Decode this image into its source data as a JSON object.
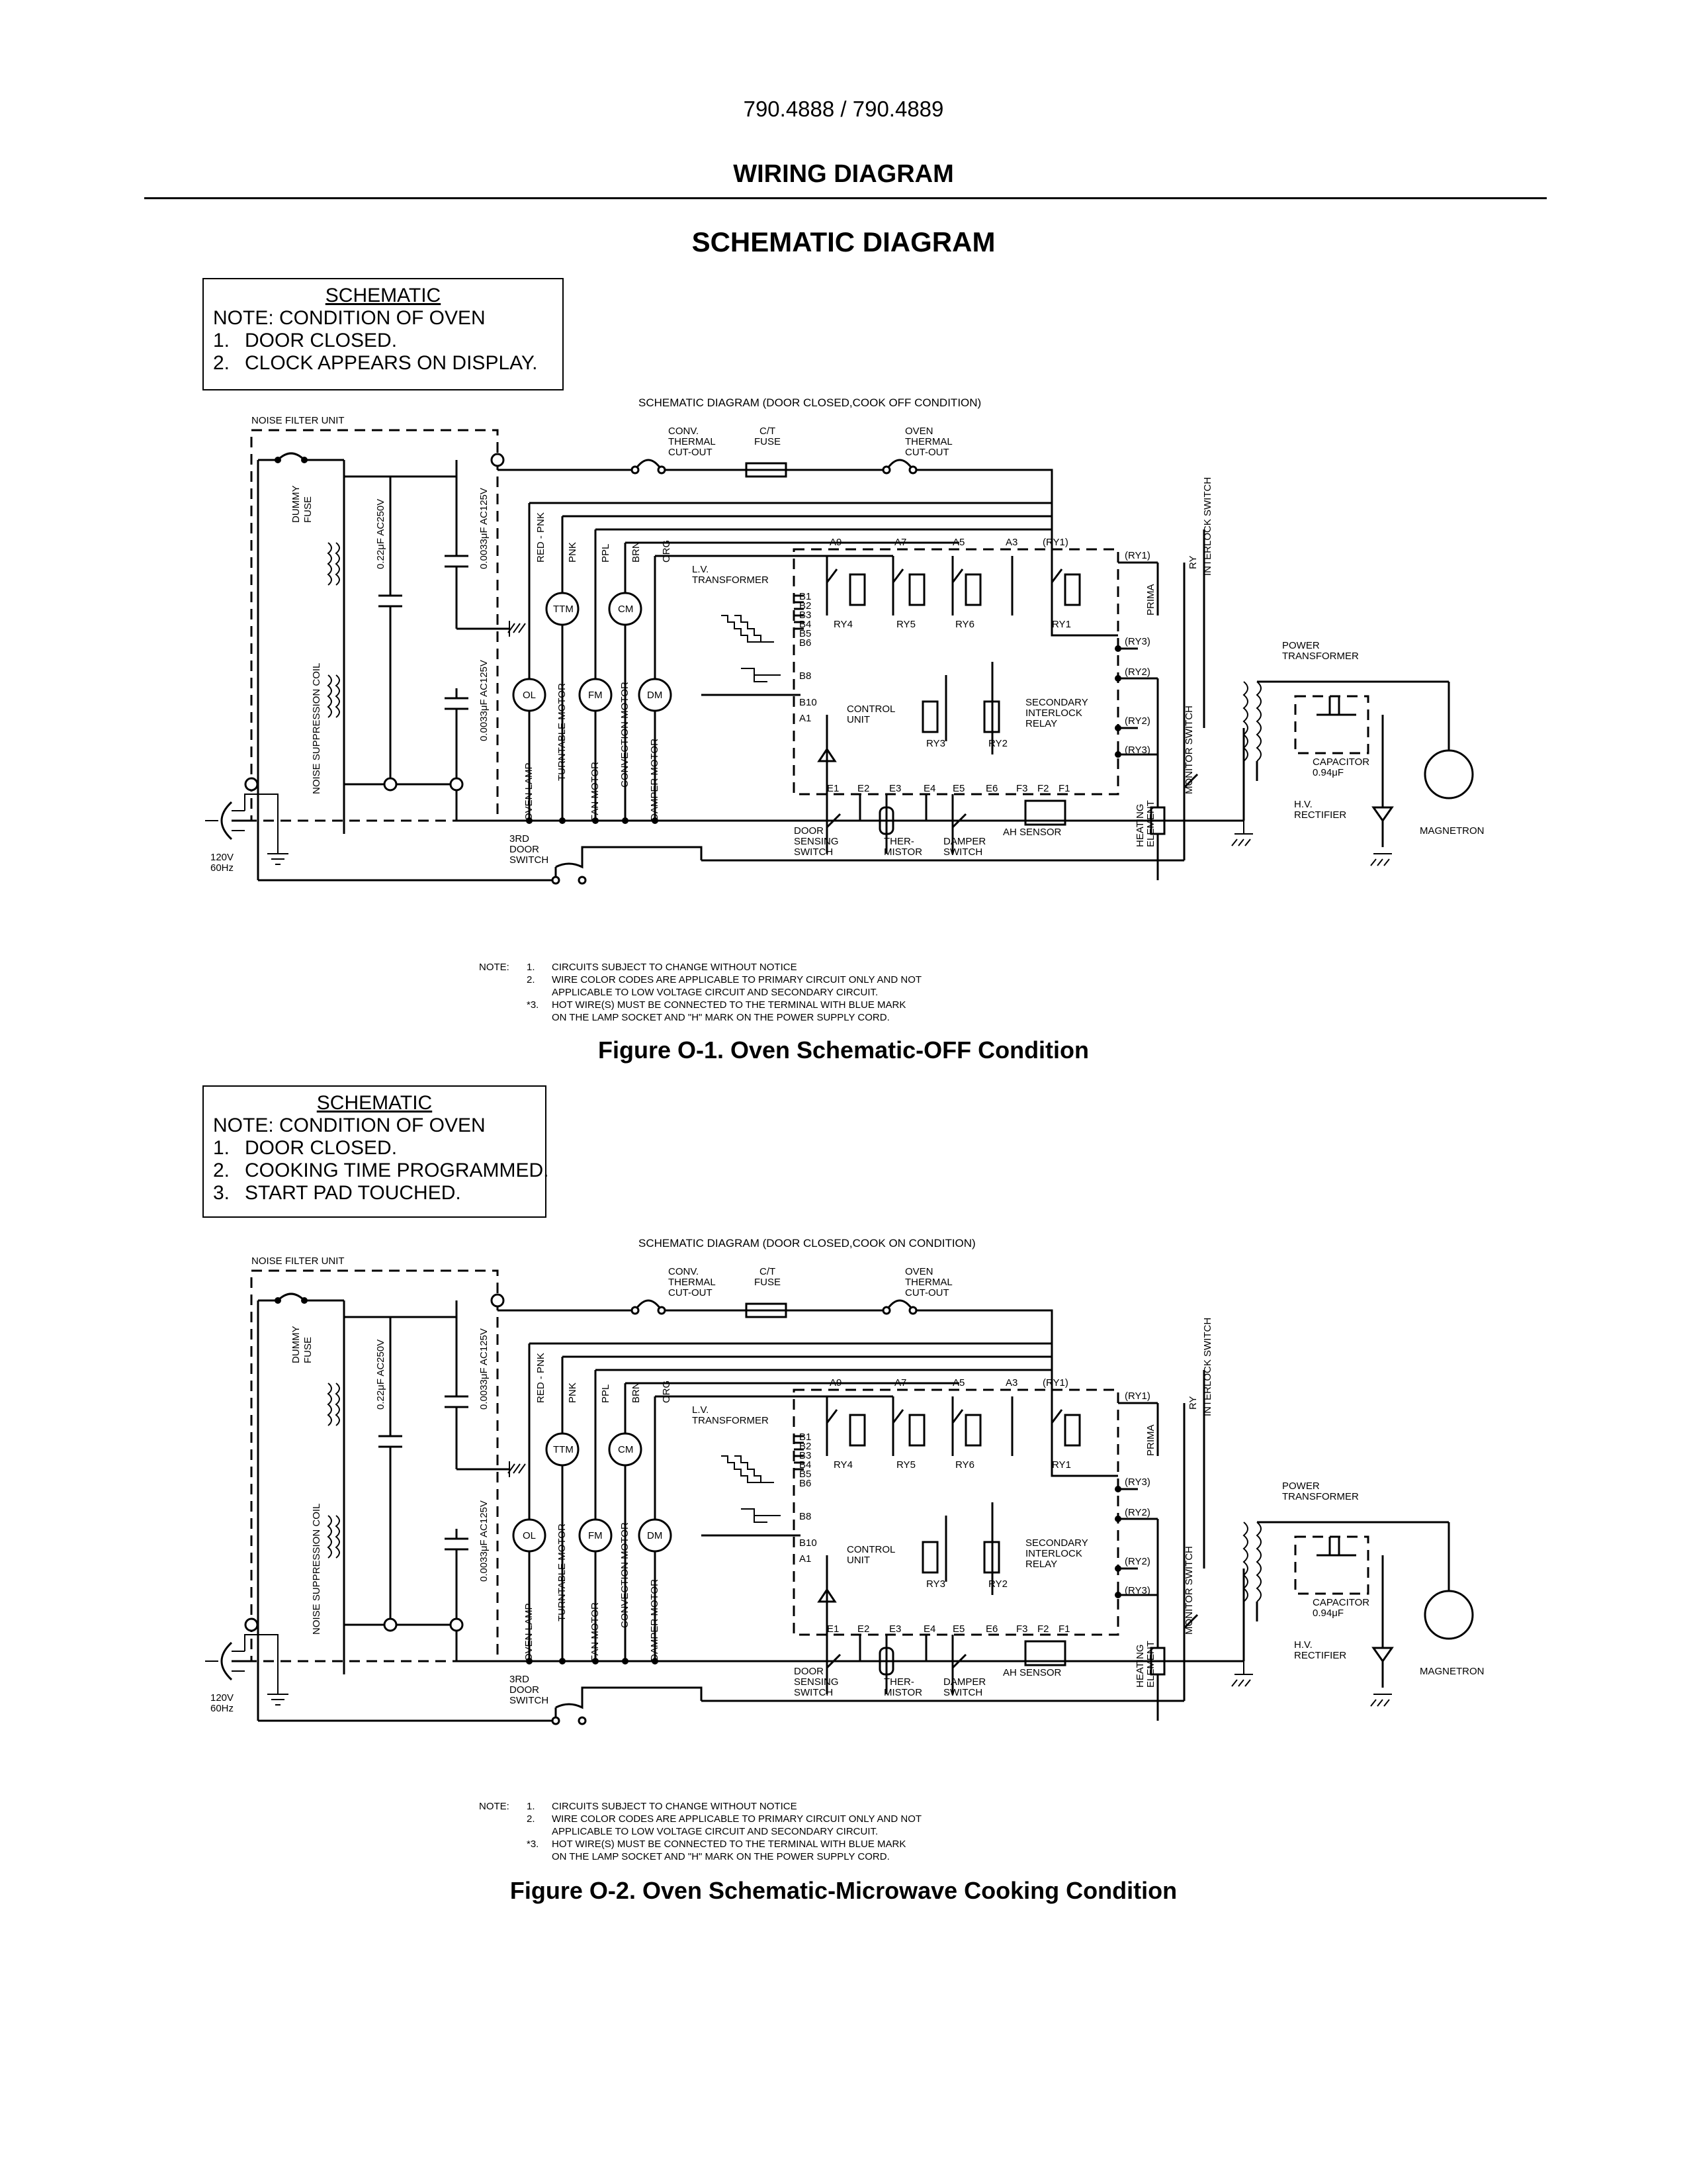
{
  "header": {
    "model": "790.4888 / 790.4889",
    "section": "WIRING DIAGRAM",
    "title": "SCHEMATIC DIAGRAM"
  },
  "labels": {
    "noise_filter": "NOISE FILTER UNIT",
    "dummy": "DUMMY",
    "fuse": "FUSE",
    "ns_coil": "NOISE SUPPRESSION COIL",
    "cap1": "0.22μF AC250V",
    "cap2": "0.0033μF AC125V",
    "cap3": "0.0033μF AC125V",
    "conv1": "CONV.",
    "conv2": "THERMAL",
    "conv3": "CUT-OUT",
    "ct1": "C/T",
    "ct2": "FUSE",
    "ov1": "OVEN",
    "ov2": "THERMAL",
    "ov3": "CUT-OUT",
    "red_pnk": "RED - PNK",
    "pnk": "PNK",
    "ppl": "PPL",
    "brn": "BRN",
    "org": "ORG",
    "ttm": "TTM",
    "cm": "CM",
    "ol": "OL",
    "fm": "FM",
    "dm": "DM",
    "oven_lamp": "OVEN LAMP",
    "turntable_motor": "TURNTABLE MOTOR",
    "fan_motor": "FAN MOTOR",
    "convection_motor": "CONVECTION MOTOR",
    "damper_motor": "DAMPER MOTOR",
    "lv1": "L.V.",
    "lv2": "TRANSFORMER",
    "a9": "A9",
    "a7": "A7",
    "a5": "A5",
    "a3": "A3",
    "ry1p": "(RY1)",
    "b1": "B1",
    "b2": "B2",
    "b3": "B3",
    "b4": "B4",
    "b5": "B5",
    "b6": "B6",
    "b8": "B8",
    "b10": "B10",
    "a1": "A1",
    "ry4": "RY4",
    "ry5": "RY5",
    "ry6": "RY6",
    "ry1": "RY1",
    "ry1b": "(RY1)",
    "ry3b": "(RY3)",
    "ry2b": "(RY2)",
    "ry2c": "(RY2)",
    "ry3c": "(RY3)",
    "cu1": "CONTROL",
    "cu2": "UNIT",
    "sec1": "SECONDARY",
    "sec2": "INTERLOCK",
    "sec3": "RELAY",
    "ry3": "RY3",
    "ry2": "RY2",
    "e1": "E1",
    "e2": "E2",
    "e3": "E3",
    "e4": "E4",
    "e5": "E5",
    "e6": "E6",
    "f3": "F3",
    "f2": "F2",
    "f1": "F1",
    "ds1": "DOOR",
    "ds2": "SENSING",
    "ds3": "SWITCH",
    "th1": "THER-",
    "th2": "MISTOR",
    "dp1": "DAMPER",
    "dp2": "SWITCH",
    "ah": "AH SENSOR",
    "he1": "HEATING",
    "he2": "ELEMENT",
    "monitor": "MONITOR SWITCH",
    "prima": "PRIMA",
    "ry_l": "RY",
    "interlock": "INTERLOCK SWITCH",
    "pt1": "POWER",
    "pt2": "TRANSFORMER",
    "cp1": "CAPACITOR",
    "cp2": "0.94μF",
    "hv1": "H.V.",
    "hv2": "RECTIFIER",
    "mag": "MAGNETRON",
    "v120": "120V",
    "hz": "60Hz",
    "d3_1": "3RD",
    "d3_2": "DOOR",
    "d3_3": "SWITCH"
  },
  "figures": [
    {
      "note_title": "SCHEMATIC",
      "note_head": "NOTE: CONDITION OF OVEN",
      "note_items": [
        {
          "n": "1.",
          "t": "DOOR CLOSED."
        },
        {
          "n": "2.",
          "t": "CLOCK APPEARS ON DISPLAY."
        }
      ],
      "diagram_title": "SCHEMATIC DIAGRAM (DOOR CLOSED,COOK OFF CONDITION)",
      "caption": "Figure O-1. Oven Schematic-OFF Condition"
    },
    {
      "note_title": "SCHEMATIC",
      "note_head": "NOTE: CONDITION OF OVEN",
      "note_items": [
        {
          "n": "1.",
          "t": "DOOR CLOSED."
        },
        {
          "n": "2.",
          "t": "COOKING TIME PROGRAMMED."
        },
        {
          "n": "3.",
          "t": "START PAD TOUCHED."
        }
      ],
      "diagram_title": "SCHEMATIC DIAGRAM (DOOR CLOSED,COOK ON CONDITION)",
      "caption": "Figure O-2. Oven Schematic-Microwave Cooking Condition"
    }
  ],
  "notes": {
    "label": "NOTE:",
    "items": [
      {
        "n": "1.",
        "lines": [
          "CIRCUITS SUBJECT TO CHANGE WITHOUT NOTICE"
        ]
      },
      {
        "n": "2.",
        "lines": [
          "WIRE COLOR CODES ARE APPLICABLE TO PRIMARY CIRCUIT ONLY AND NOT",
          "APPLICABLE TO LOW VOLTAGE CIRCUIT AND SECONDARY CIRCUIT."
        ]
      },
      {
        "n": "*3.",
        "lines": [
          "HOT WIRE(S) MUST BE CONNECTED TO THE TERMINAL WITH BLUE MARK",
          "ON THE LAMP SOCKET AND \"H\" MARK ON THE POWER SUPPLY CORD."
        ]
      }
    ]
  }
}
